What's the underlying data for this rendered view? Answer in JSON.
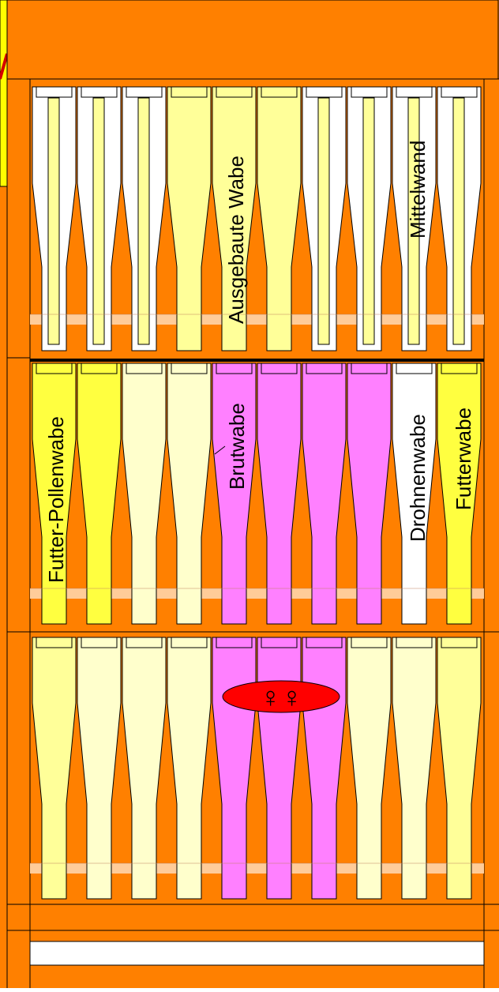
{
  "colors": {
    "hive_wood": "#ff8000",
    "top_note": "#ffff00",
    "bar_peach": "#ffcc99",
    "comb_white": "#ffffff",
    "comb_light_yellow": "#ffffcc",
    "comb_yellow": "#ffff40",
    "comb_pale_yellow": "#ffff99",
    "comb_pink": "#ff80ff",
    "queen_marker": "#ff0000",
    "outline": "#000000"
  },
  "labels": {
    "ausgebaute_wabe": "Ausgebaute Wabe",
    "mittelwand": "Mittelwand",
    "futter_pollenwabe": "Futter-Pollenwabe",
    "brutwabe": "Brutwabe",
    "drohnenwabe": "Drohnenwabe",
    "futterwabe": "Futterwabe",
    "queen_symbol": "♀♀"
  },
  "boxes": [
    {
      "name": "top-box",
      "frames": [
        {
          "type": "mittelwand",
          "fill": "comb_white",
          "inner": "comb_pale_yellow"
        },
        {
          "type": "mittelwand",
          "fill": "comb_white",
          "inner": "comb_pale_yellow"
        },
        {
          "type": "mittelwand",
          "fill": "comb_white",
          "inner": "comb_pale_yellow"
        },
        {
          "type": "ausgebaut",
          "fill": "comb_pale_yellow"
        },
        {
          "type": "ausgebaut",
          "fill": "comb_pale_yellow"
        },
        {
          "type": "ausgebaut",
          "fill": "comb_pale_yellow"
        },
        {
          "type": "mittelwand",
          "fill": "comb_white",
          "inner": "comb_pale_yellow"
        },
        {
          "type": "mittelwand",
          "fill": "comb_white",
          "inner": "comb_pale_yellow"
        },
        {
          "type": "mittelwand",
          "fill": "comb_white",
          "inner": "comb_pale_yellow"
        },
        {
          "type": "mittelwand",
          "fill": "comb_white",
          "inner": "comb_pale_yellow"
        }
      ]
    },
    {
      "name": "middle-box",
      "frames": [
        {
          "type": "comb",
          "fill": "comb_yellow"
        },
        {
          "type": "comb",
          "fill": "comb_yellow"
        },
        {
          "type": "comb",
          "fill": "comb_light_yellow"
        },
        {
          "type": "comb",
          "fill": "comb_light_yellow"
        },
        {
          "type": "comb",
          "fill": "comb_pink"
        },
        {
          "type": "comb",
          "fill": "comb_pink"
        },
        {
          "type": "comb",
          "fill": "comb_pink"
        },
        {
          "type": "comb",
          "fill": "comb_pink"
        },
        {
          "type": "comb",
          "fill": "comb_white"
        },
        {
          "type": "comb",
          "fill": "comb_yellow"
        }
      ]
    },
    {
      "name": "bottom-box",
      "frames": [
        {
          "type": "comb",
          "fill": "comb_pale_yellow"
        },
        {
          "type": "comb",
          "fill": "comb_light_yellow"
        },
        {
          "type": "comb",
          "fill": "comb_light_yellow"
        },
        {
          "type": "comb",
          "fill": "comb_light_yellow"
        },
        {
          "type": "comb",
          "fill": "comb_pink"
        },
        {
          "type": "comb",
          "fill": "comb_pink"
        },
        {
          "type": "comb",
          "fill": "comb_pink"
        },
        {
          "type": "comb",
          "fill": "comb_light_yellow"
        },
        {
          "type": "comb",
          "fill": "comb_light_yellow"
        },
        {
          "type": "comb",
          "fill": "comb_pale_yellow"
        }
      ]
    }
  ]
}
